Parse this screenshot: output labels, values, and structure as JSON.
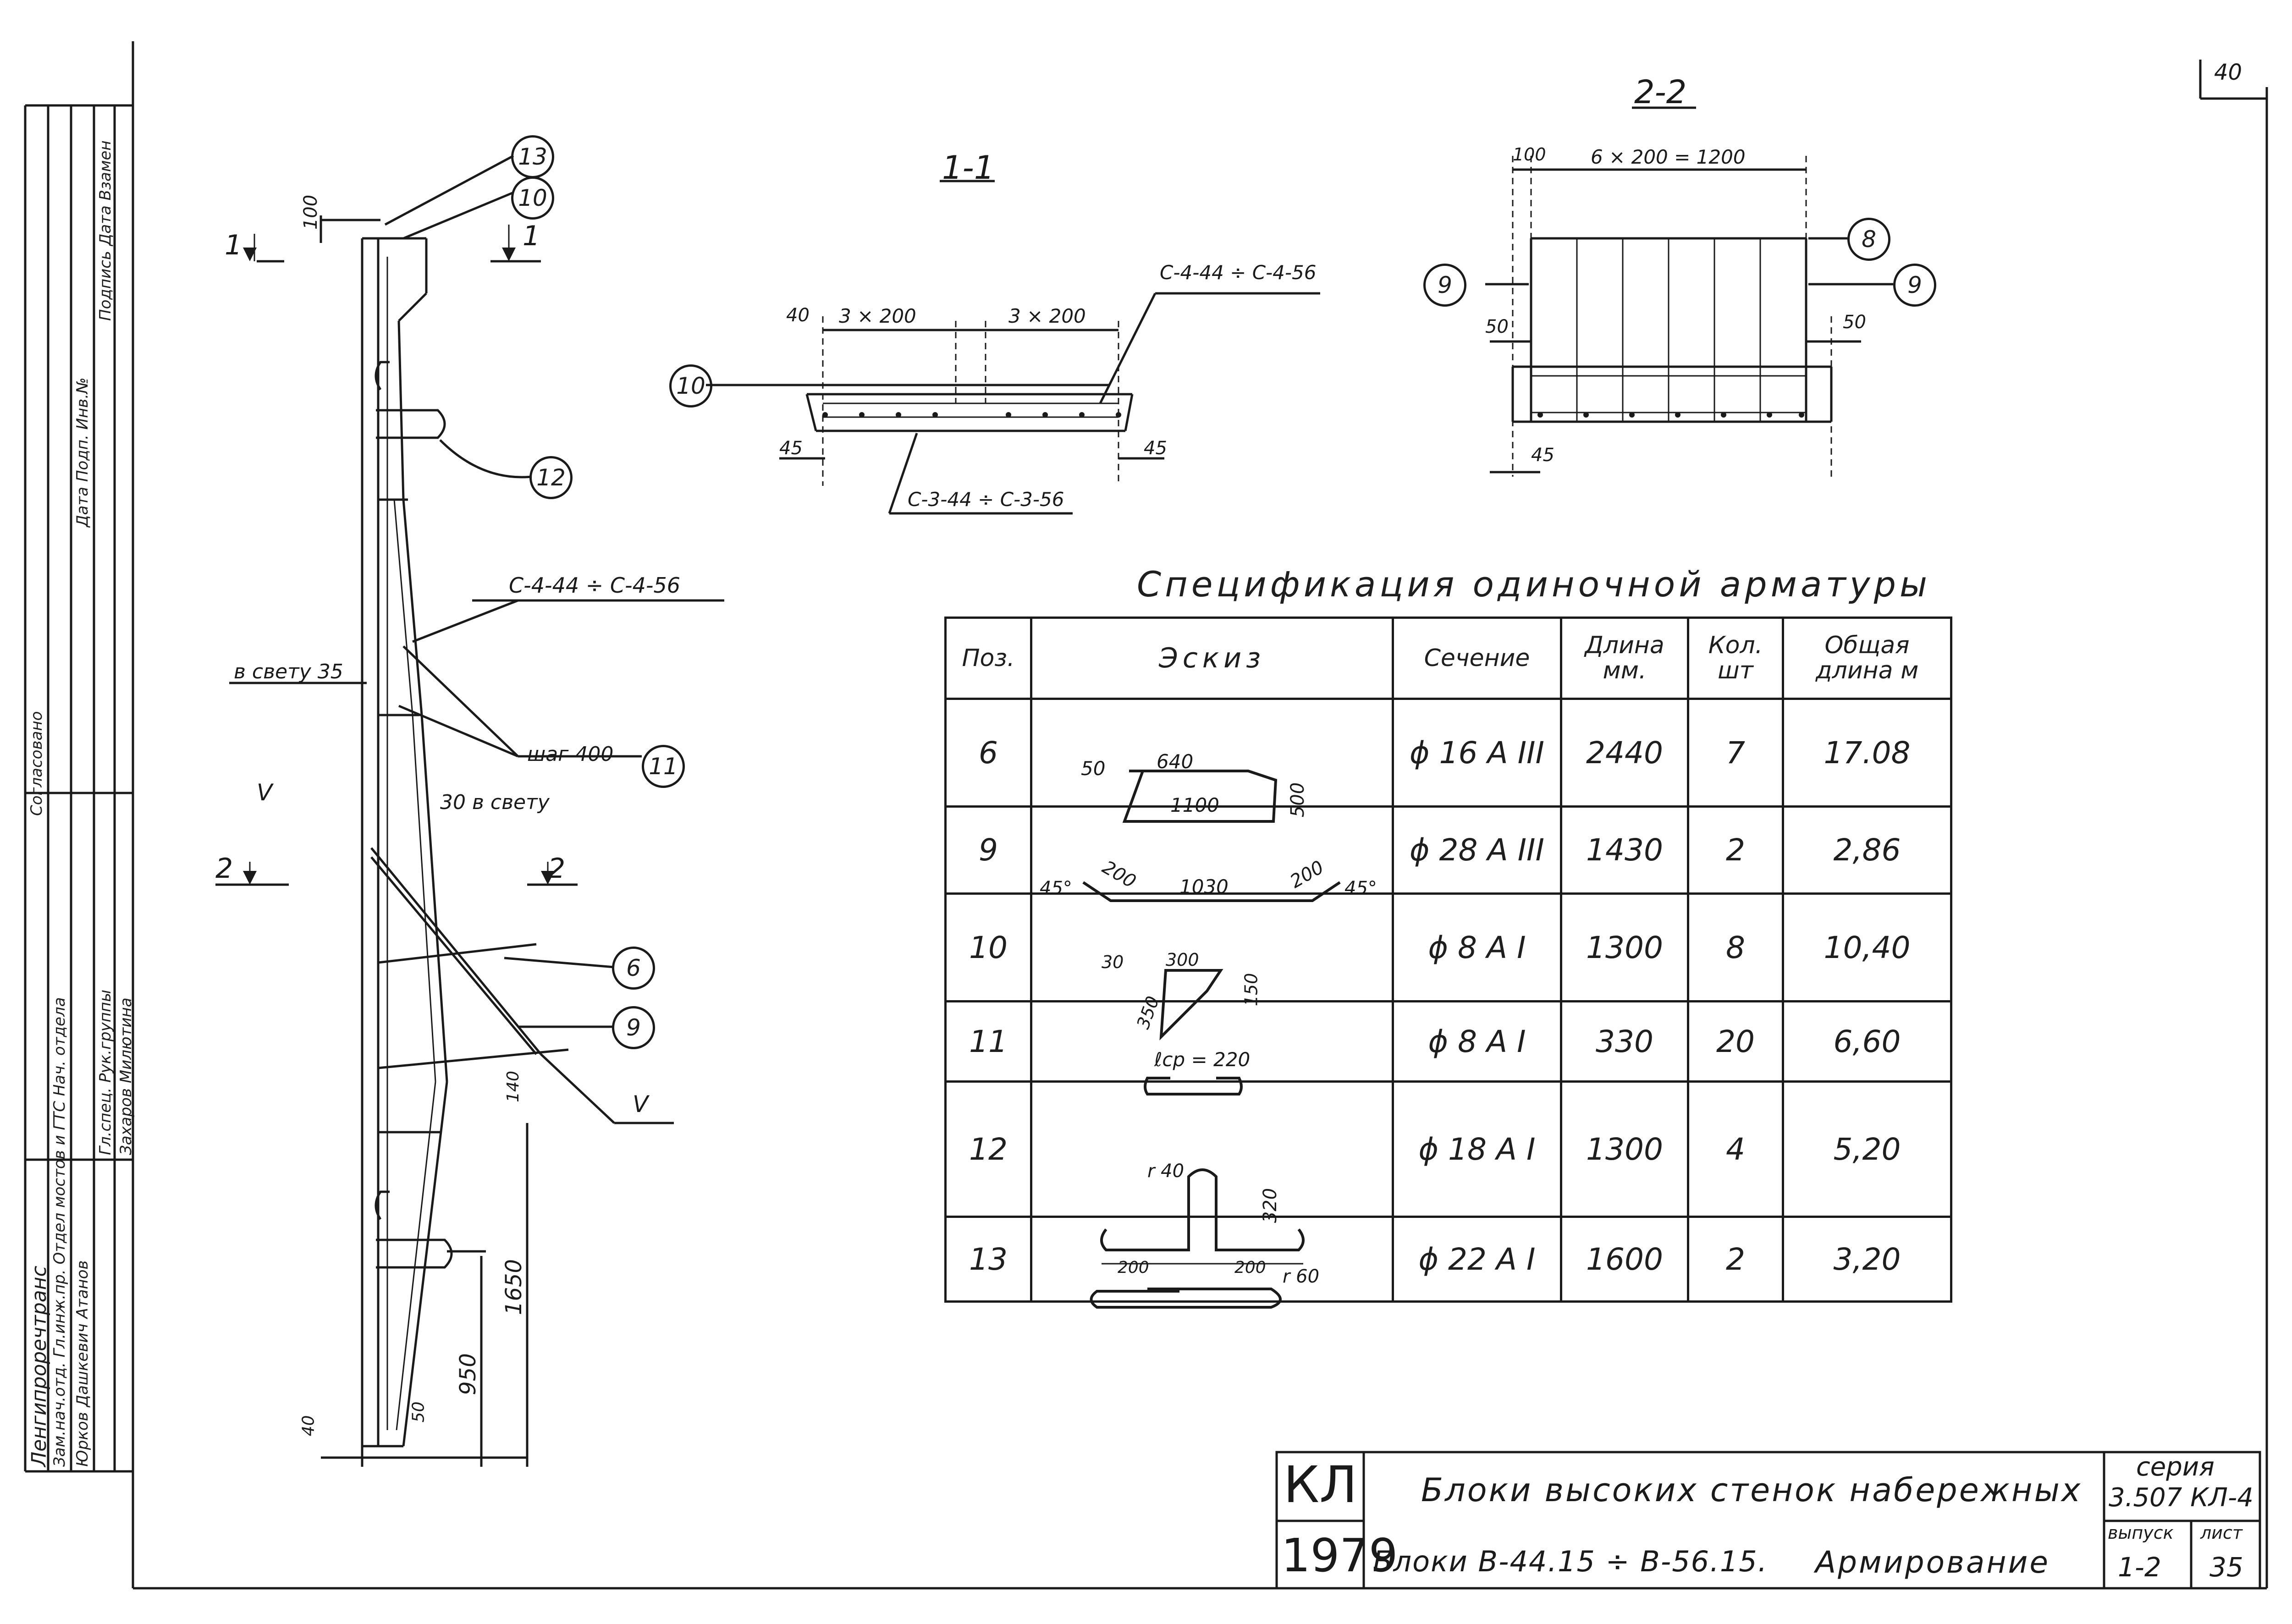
{
  "sheet_number": "40",
  "sections": {
    "s1": "1-1",
    "s2": "2-2",
    "cut1": "1",
    "cut2": "2"
  },
  "elevation": {
    "dim_top": "100",
    "label_c4": "С-4-44 ÷ С-4-56",
    "svetu35": "в свету 35",
    "shag400": "шаг 400",
    "svetu30": "30 в свету",
    "dim140": "140",
    "dim1650": "1650",
    "dim950": "950",
    "dim40": "40",
    "dim50": "50",
    "mark_v": "V"
  },
  "section11": {
    "dim40": "40",
    "dim3x200a": "3 × 200",
    "dim3x200b": "3 × 200",
    "label_c4": "С-4-44 ÷ С-4-56",
    "label_c3": "С-3-44 ÷ С-3-56",
    "dim45a": "45",
    "dim45b": "45"
  },
  "section22": {
    "dim100": "100",
    "dim6x200": "6 × 200 = 1200",
    "dim50a": "50",
    "dim50b": "50",
    "dim45": "45"
  },
  "callouts": [
    "13",
    "10",
    "12",
    "11",
    "6",
    "9",
    "10",
    "8",
    "9",
    "9"
  ],
  "spec": {
    "title": "Спецификация одиночной арматуры",
    "headers": {
      "pos": "Поз.",
      "sketch": "Эскиз",
      "section": "Сечение",
      "length": "Длина мм.",
      "qty": "Кол. шт",
      "total": "Общая длина м"
    },
    "rows": [
      {
        "pos": "6",
        "section": "ϕ 16 А III",
        "length": "2440",
        "qty": "7",
        "total": "17.08",
        "dims": [
          "50",
          "640",
          "1100",
          "500"
        ]
      },
      {
        "pos": "9",
        "section": "ϕ 28 А III",
        "length": "1430",
        "qty": "2",
        "total": "2,86",
        "dims": [
          "45°",
          "200",
          "1030",
          "200",
          "45°"
        ]
      },
      {
        "pos": "10",
        "section": "ϕ 8 А I",
        "length": "1300",
        "qty": "8",
        "total": "10,40",
        "dims": [
          "30",
          "300",
          "350",
          "150"
        ]
      },
      {
        "pos": "11",
        "section": "ϕ 8 А I",
        "length": "330",
        "qty": "20",
        "total": "6,60",
        "dims": [
          "ℓср = 220"
        ]
      },
      {
        "pos": "12",
        "section": "ϕ 18 А I",
        "length": "1300",
        "qty": "4",
        "total": "5,20",
        "dims": [
          "r 40",
          "320",
          "200",
          "200"
        ]
      },
      {
        "pos": "13",
        "section": "ϕ 22 А I",
        "length": "1600",
        "qty": "2",
        "total": "3,20",
        "dims": [
          "r 60"
        ]
      }
    ]
  },
  "title_block": {
    "org": "КЛ",
    "year": "1979",
    "title1": "Блоки высоких стенок набережных",
    "title2a": "Блоки В-44.15 ÷ В-56.15.",
    "title2b": "Армирование",
    "series_label": "серия",
    "series": "3.507 КЛ-4",
    "issue_label": "выпуск",
    "issue": "1-2",
    "sheet_label": "лист",
    "sheet": "35"
  },
  "side_stamp": {
    "col1": "Ленгипроречтранс",
    "col2": "Зам.нач.отд. Гл.инж.пр. Отдел мостов и ГТС Нач. отдела",
    "col3": "Юрков Дашкевич Атанов",
    "col4": "Гл.спец. Рук.группы",
    "col5": "Захаров Милютина",
    "col6": "Согласовано",
    "col7": "Дата Подп. Инв.№",
    "col8": "Подпись Дата Взамен"
  }
}
